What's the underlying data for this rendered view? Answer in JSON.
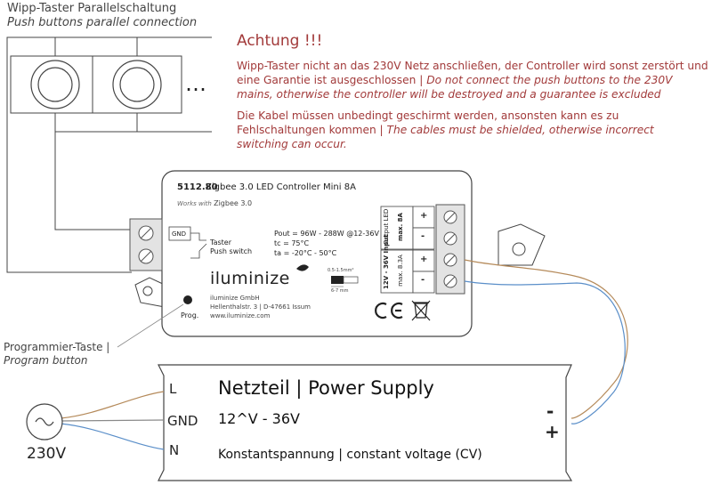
{
  "header": {
    "title_de": "Wipp-Taster Parallelschaltung",
    "title_en": "Push buttons parallel connection",
    "more_indicator": "…"
  },
  "warning": {
    "heading": "Achtung !!!",
    "p1_de": "Wipp-Taster nicht an das 230V Netz anschließen, der Controller wird sonst zerstört und eine Garantie ist ausgeschlossen | ",
    "p1_en": "Do not connect the push buttons to the 230V mains, otherwise the controller will be destroyed and a guarantee is excluded",
    "p2_de": "Die Kabel müssen unbedingt geschirmt werden, ansonsten kann es zu Fehlschaltungen kommen | ",
    "p2_en": "The cables must be shielded, otherwise incorrect switching can occur."
  },
  "controller": {
    "sku": "5112.80",
    "model": "Zigbee 3.0 LED Controller Mini 8A",
    "works_with_prefix": "Works with",
    "works_with": "Zigbee 3.0",
    "gnd_label": "GND",
    "taster_de": "Taster",
    "taster_en": "Push switch",
    "spec_pout": "Pout = 96W - 288W @12-36V",
    "spec_tc": "tc = 75°C",
    "spec_ta": "ta = -20°C - 50°C",
    "brand": "iluminize",
    "company": "iluminize GmbH",
    "street": "Hellenthalstr. 3 | D-47661 Issum",
    "web": "www.iluminize.com",
    "prog_label": "Prog.",
    "wire_gauge": "0.5-1.5mm²",
    "wire_strip": "6-7 mm",
    "output_label": "Output LED",
    "output_max": "max. 8A",
    "input_label": "12V - 36V Input",
    "input_max": "max. 8.3A",
    "plus": "+",
    "minus": "-"
  },
  "program_caption": {
    "de": "Programmier-Taste |",
    "en": "Program button"
  },
  "power_supply": {
    "title": "Netzteil | Power Supply",
    "voltage": "12^V - 36V",
    "type": "Konstantspannung | constant voltage (CV)",
    "term_l": "L",
    "term_gnd": "GND",
    "term_n": "N",
    "minus": "-",
    "plus": "+"
  },
  "mains": {
    "label": "230V"
  },
  "colors": {
    "warning_red": "#a23a3a",
    "line": "#444444",
    "wire_brown": "#b58a5a",
    "wire_grey": "#8a8a8a",
    "wire_blue": "#5b8fc9"
  }
}
